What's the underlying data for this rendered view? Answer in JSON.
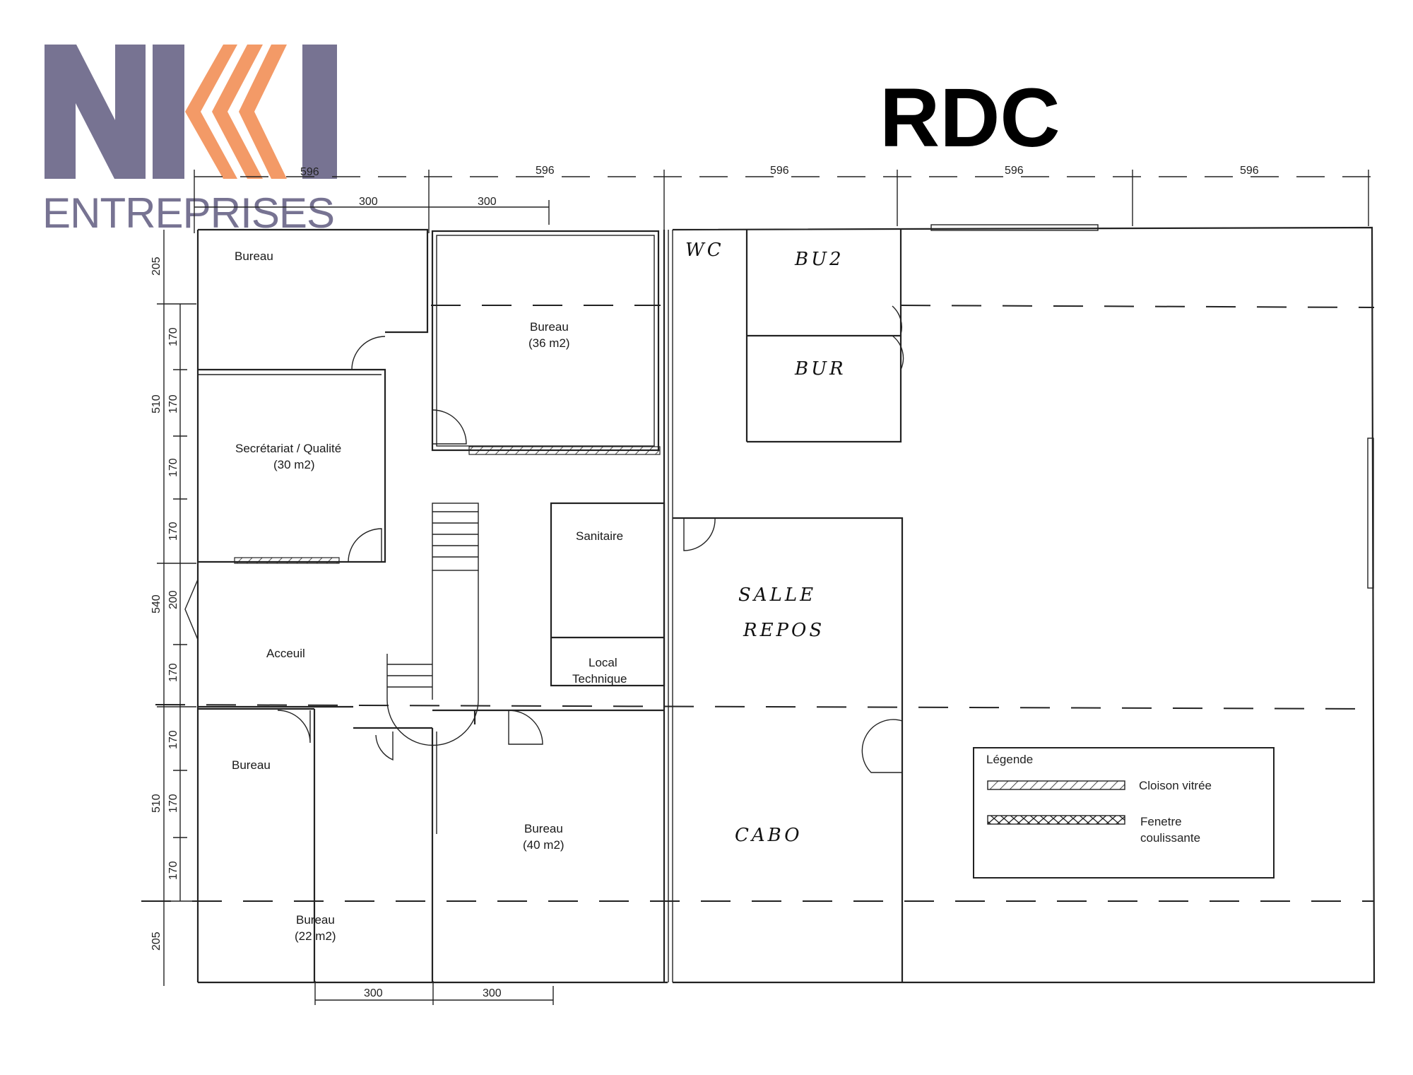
{
  "logo": {
    "brand": "NK",
    "brand_i": "I",
    "tagline": "ENTREPRISES",
    "colors": {
      "primary": "#777392",
      "accent": "#f39a67"
    }
  },
  "title": "RDC",
  "dimensions": {
    "top_modules": [
      "596",
      "596",
      "596",
      "596",
      "596"
    ],
    "top_sub": [
      "300",
      "300"
    ],
    "bottom_sub": [
      "300",
      "300"
    ],
    "left_outer": [
      "205",
      "510",
      "540",
      "510",
      "205"
    ],
    "left_inner": [
      "170",
      "170",
      "170",
      "170",
      "200",
      "170",
      "170",
      "170",
      "170"
    ]
  },
  "rooms": {
    "bureau_top_left": "Bureau",
    "bureau_36_name": "Bureau",
    "bureau_36_area": "(36 m2)",
    "secretariat_name": "Secrétariat / Qualité",
    "secretariat_area": "(30 m2)",
    "sanitaire": "Sanitaire",
    "local_1": "Local",
    "local_2": "Technique",
    "accueil": "Acceuil",
    "bureau_bottom_left": "Bureau",
    "bureau_40_name": "Bureau",
    "bureau_40_area": "(40 m2)",
    "bureau_22_name": "Bureau",
    "bureau_22_area": "(22 m2)"
  },
  "handwritten": {
    "wc": "WC",
    "bu2": "BU2",
    "bur": "BUR",
    "salle": "SALLE",
    "repos": "REPOS",
    "cabo": "CABO"
  },
  "legend": {
    "title": "Légende",
    "item1": "Cloison vitrée",
    "item2_line1": "Fenetre",
    "item2_line2": "coulissante"
  }
}
